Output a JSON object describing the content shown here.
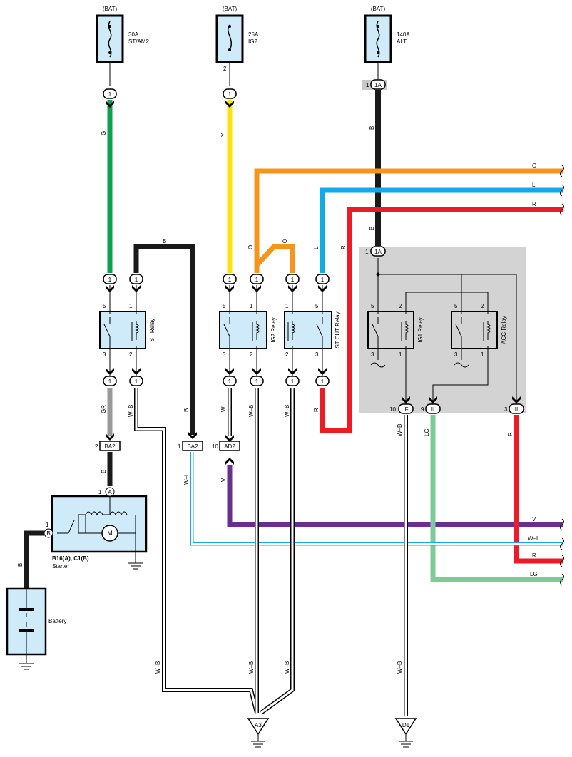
{
  "fuses": [
    {
      "source": "(BAT)",
      "rating": "30A",
      "name": "ST/AM2",
      "pin_below": ""
    },
    {
      "source": "(BAT)",
      "rating": "25A",
      "name": "IG2",
      "pin_below": "2"
    },
    {
      "source": "(BAT)",
      "rating": "140A",
      "name": "ALT",
      "pin_below": ""
    }
  ],
  "relays": {
    "st": "ST Relay",
    "ig2": "IG2 Relay",
    "stcut": "ST CUT Relay",
    "ig1": "IG1 Relay",
    "acc": "ACC Relay"
  },
  "connectors": {
    "c1": "1",
    "c1a": "1A",
    "ca": "1A",
    "ba2": "BA2",
    "ad2": "AD2",
    "if": "IF",
    "ii": "II",
    "a_pin": "A",
    "b_pin": "B"
  },
  "pins": {
    "p1": "1",
    "p2": "2",
    "p3": "3",
    "p5": "5",
    "p9": "9",
    "p10": "10"
  },
  "wires": {
    "G": "G",
    "Y": "Y",
    "B": "B",
    "O": "O",
    "L": "L",
    "R": "R",
    "GR": "GR",
    "WB": "W–B",
    "W": "W",
    "V": "V",
    "WL": "W–L",
    "LG": "LG"
  },
  "components": {
    "starter_ref": "B16(A), C1(B)",
    "starter_name": "Starter",
    "motor": "M",
    "battery": "Battery"
  },
  "grounds": {
    "a3": "A3",
    "d1": "D1"
  },
  "colors": {
    "green": "#0ba24b",
    "yellow": "#ffe20a",
    "black": "#1a1a1a",
    "orange": "#f7941d",
    "blue": "#13a9e6",
    "red": "#ed1c24",
    "gray": "#999999",
    "purple": "#6a2e8f",
    "lightgreen": "#7ccb98",
    "fuse_fill": "#cfeaf8",
    "relay_fill": "#cfeaf8",
    "shade": "#d3d3d3"
  }
}
